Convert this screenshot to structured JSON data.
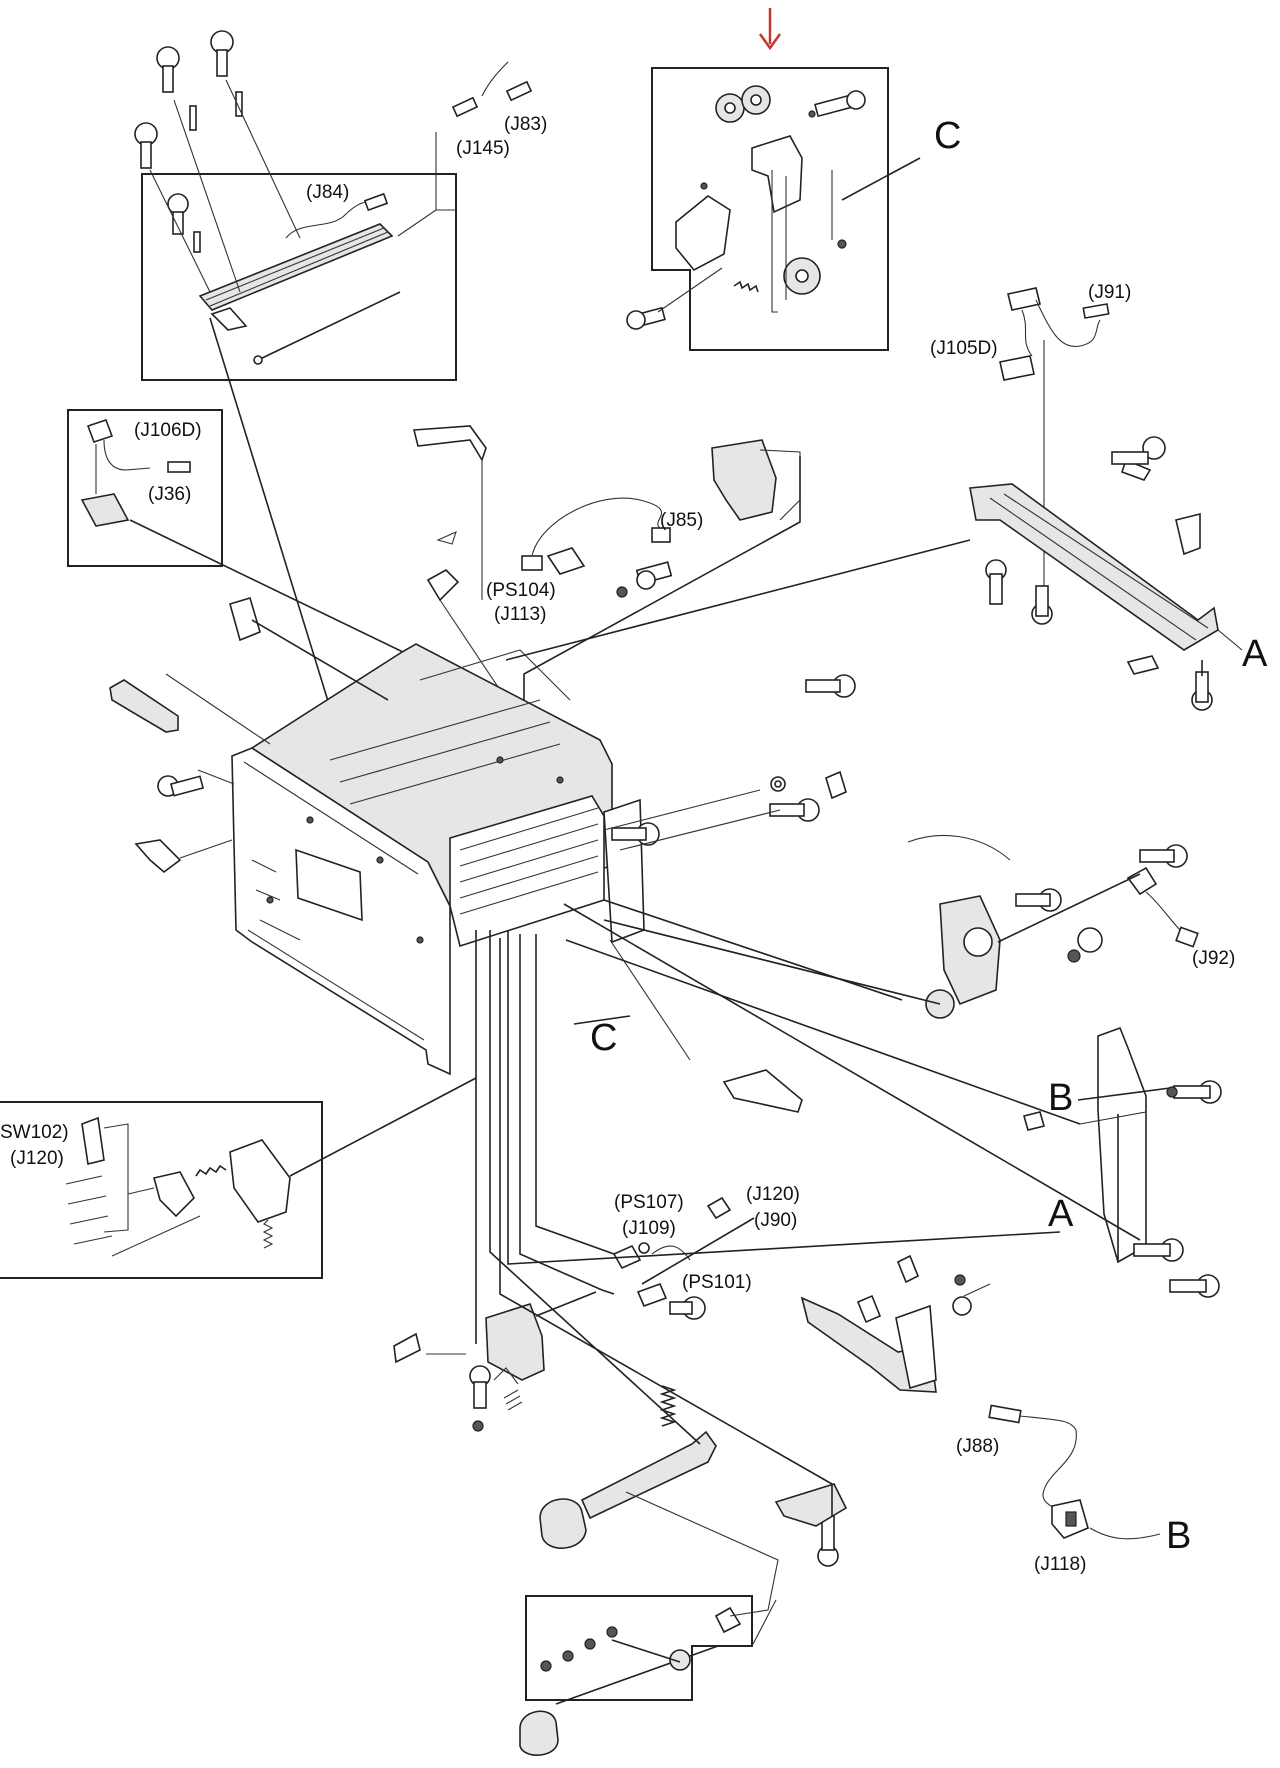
{
  "callout_marker": {
    "color": "#c0392b"
  },
  "connectors": {
    "j83": "(J83)",
    "j145": "(J145)",
    "j84": "(J84)",
    "j91": "(J91)",
    "j105d": "(J105D)",
    "j106d": "(J106D)",
    "j36": "(J36)",
    "j85": "(J85)",
    "ps104": "(PS104)",
    "j113": "(J113)",
    "j92": "(J92)",
    "sw102": "SW102)",
    "j120_left": "(J120)",
    "ps107": "(PS107)",
    "j109": "(J109)",
    "j120_right": "(J120)",
    "j90": "(J90)",
    "ps101": "(PS101)",
    "j88": "(J88)",
    "j118": "(J118)"
  },
  "reference_letters": {
    "c_top": "C",
    "c_mid": "C",
    "a_right": "A",
    "a_mid": "A",
    "b_mid": "B",
    "b_bottom": "B"
  }
}
